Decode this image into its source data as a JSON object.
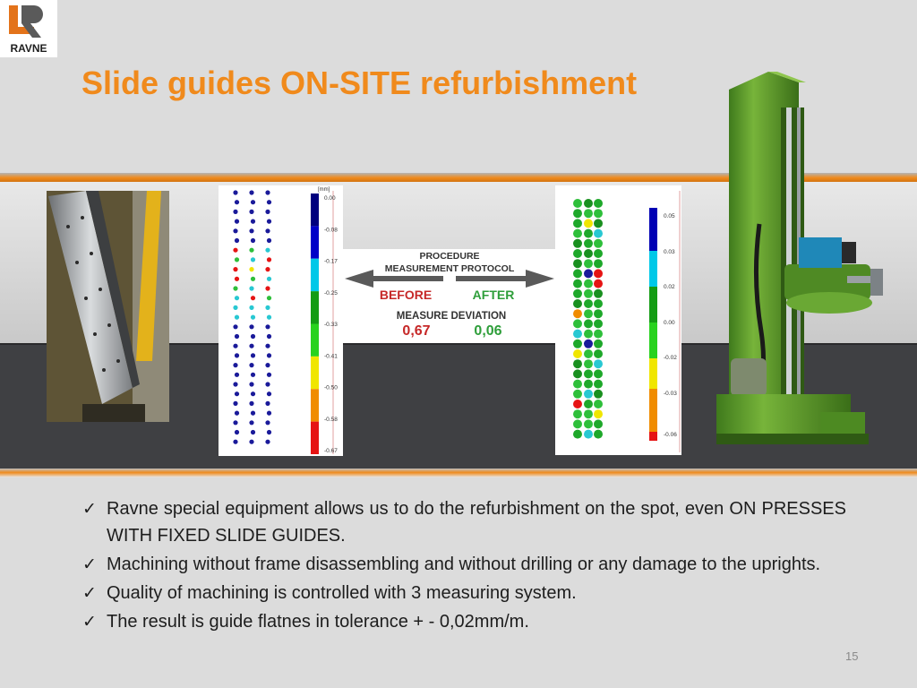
{
  "logo": {
    "text": "RAVNE"
  },
  "title": "Slide guides ON-SITE refurbishment",
  "before_chart": {
    "unit": "[mm]",
    "ticks": [
      "0.00",
      "-0.08",
      "-0.17",
      "-0.25",
      "-0.33",
      "-0.41",
      "-0.50",
      "-0.58",
      "-0.67"
    ],
    "colors": [
      "#00007e",
      "#0000c8",
      "#00c8e8",
      "#149c14",
      "#28d21e",
      "#f0e600",
      "#f08c00",
      "#e61414"
    ]
  },
  "after_chart": {
    "ticks": [
      "0.05",
      "0.03",
      "0.02",
      "0.00",
      "-0.02",
      "-0.03",
      "-0.06"
    ],
    "colors": [
      "#0000b4",
      "#00c8e8",
      "#149c14",
      "#28d21e",
      "#f0e600",
      "#f08c00",
      "#e61414"
    ]
  },
  "protocol": {
    "title_line1": "PROCEDURE",
    "title_line2": "MEASUREMENT PROTOCOL",
    "before_label": "BEFORE",
    "after_label": "AFTER",
    "deviation_label": "MEASURE DEVIATION",
    "before_value": "0,67",
    "after_value": "0,06",
    "before_color": "#c62828",
    "after_color": "#2e9e3a"
  },
  "bullets": [
    "Ravne special equipment allows us to do the refurbishment on the spot, even ON PRESSES WITH FIXED SLIDE GUIDES.",
    "Machining without frame disassembling and without drilling or any damage to the uprights.",
    "Quality of machining is controlled with 3 measuring system.",
    "The result is guide flatnes in tolerance + - 0,02mm/m."
  ],
  "slide_number": "15",
  "colors": {
    "accent": "#f08a1c",
    "dark_band": "#3f4043",
    "machine_green": "#5a9a2a"
  }
}
